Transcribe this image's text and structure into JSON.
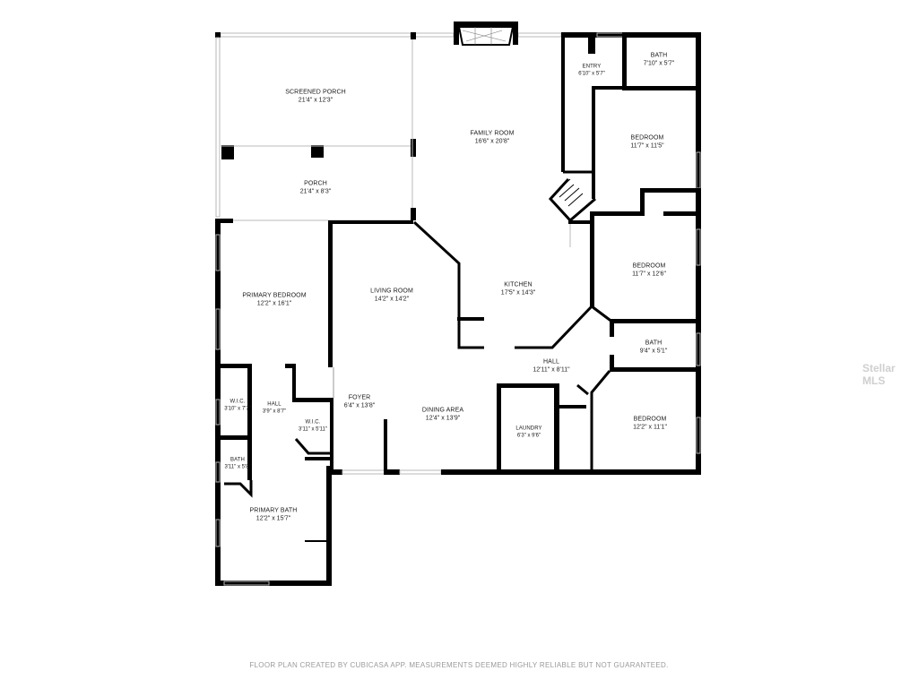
{
  "rooms": {
    "screened_porch": {
      "name": "SCREENED PORCH",
      "dim": "21'4\" x 12'3\""
    },
    "porch": {
      "name": "PORCH",
      "dim": "21'4\" x 8'3\""
    },
    "family_room": {
      "name": "FAMILY ROOM",
      "dim": "16'6\" x 20'8\""
    },
    "entry": {
      "name": "ENTRY",
      "dim": "6'10\" x 5'7\""
    },
    "bath_top": {
      "name": "BATH",
      "dim": "7'10\" x 5'7\""
    },
    "bedroom_1": {
      "name": "BEDROOM",
      "dim": "11'7\" x 11'5\""
    },
    "bedroom_2": {
      "name": "BEDROOM",
      "dim": "11'7\" x 12'6\""
    },
    "primary_bedroom": {
      "name": "PRIMARY BEDROOM",
      "dim": "12'2\" x 16'1\""
    },
    "living_room": {
      "name": "LIVING ROOM",
      "dim": "14'2\" x 14'2\""
    },
    "kitchen": {
      "name": "KITCHEN",
      "dim": "17'5\" x 14'3\""
    },
    "bath_mid": {
      "name": "BATH",
      "dim": "9'4\" x 5'1\""
    },
    "hall_main": {
      "name": "HALL",
      "dim": "12'11\" x 8'11\""
    },
    "wic_left": {
      "name": "W.I.C.",
      "dim": "3'10\" x 7'7\""
    },
    "hall_left": {
      "name": "HALL",
      "dim": "3'9\" x 8'7\""
    },
    "foyer": {
      "name": "FOYER",
      "dim": "6'4\" x 13'8\""
    },
    "wic_small": {
      "name": "W.I.C.",
      "dim": "3'11\" x 5'11\""
    },
    "dining_area": {
      "name": "DINING AREA",
      "dim": "12'4\" x 13'9\""
    },
    "laundry": {
      "name": "LAUNDRY",
      "dim": "6'3\" x 9'6\""
    },
    "bedroom_3": {
      "name": "BEDROOM",
      "dim": "12'2\" x 11'1\""
    },
    "bath_small": {
      "name": "BATH",
      "dim": "3'11\" x 5'8\""
    },
    "primary_bath": {
      "name": "PRIMARY BATH",
      "dim": "12'2\" x 15'7\""
    }
  },
  "footer": "FLOOR PLAN CREATED BY CUBICASA APP. MEASUREMENTS DEEMED HIGHLY RELIABLE BUT NOT GUARANTEED.",
  "watermark": "Stellar MLS",
  "colors": {
    "wall": "#000000",
    "window": "#b8b8b8",
    "text": "#1a1a1a",
    "footer": "#9a9a9a"
  }
}
